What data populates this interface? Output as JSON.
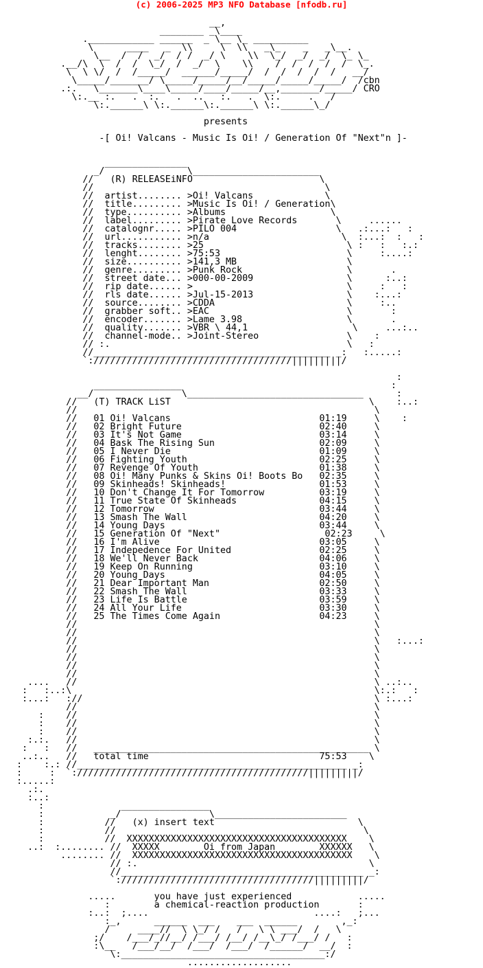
{
  "header": {
    "text": "(c) 2006-2025 MP3 NFO Database [nfodb.ru]"
  },
  "nfo_lines": [
    "",
    "                                      __,",
    "                             ________ _\\____",
    "               .____________ ______  _ \\__ \\_ __________",
    "                \\      ____   _  \\\\     \\  \\\\   _\\_    _   _\\__.",
    "                 \\__  /  /  _/  / /  _/ \\    \\\\  \\_/  _/  _/  \\_ \\_",
    "           .__/\\  \\  /  /  \\_/  /  _/  \\    \\\\    /  /  /  /  /  \\_.",
    "            \\  \\ \\/  /  /_____/  ______/_____/  /  /  /  /  /   __/",
    "             \\_____/_______/ \\_____/_____/__/_____/_____/_____/  /cbn",
    "           .:.   \\_______\\____\\_____/____/_____/__,_______/_____/ CRO",
    "             \\:.__ :.   .  :.   .  ..   :.   .  \\:.     .   /",
    "                 \\:.______\\ \\:.______\\:.______\\ \\:.______\\_/",
    "",
    "                                     presents",
    "",
    "                  -[ Oi! Valcans - Music Is Oi! / Generation Of \"Next\"n ]-",
    "",
    "",
    "                   _______________",
    "                 _/               \\_______________________",
    "               //   (R) RELEASEiNFO                       \\",
    "               //                                          \\",
    "               //  artist........ >Oi! Valcans             \\",
    "               //  title......... >Music Is Oi! / Generation\\",
    "               //  type.......... >Albums                   \\",
    "               //  label......... >Pirate Love Records       \\     ......",
    "               //  catalognr..... >PILO 004                  \\   .:...:   :",
    "               //  url........... >n/a                        \\  :...:  :   :",
    "               //  tracks........ >25                          \\ :   :   :.:",
    "               //  lenght........ >75:53                       \\     :....:",
    "               //  size.......... >141,3 MB                    \\",
    "               //  genre......... >Punk Rock                   \\       .",
    "               //  street date... >000-00-2009                 \\      :..:",
    "               //  rip date...... >                            \\     :   :",
    "               //  rls date...... >Jul-15-2013                 \\    :...:",
    "               //  source........ >CDDA                        \\     :..",
    "               //  grabber soft.. >EAC                         \\       :",
    "               //  encoder....... >Lame 3.98                   \\       .",
    "               //  quality....... >VBR \\ 44,1                   \\     ...:..",
    "               //  channel-mode.. >Joint-Stereo                \\    :",
    "               // :.                                           \\   :",
    "               //___________________________________________ _:   :.....:",
    "               `:////////////////////////////////////|||||||||/",
    "",
    "                                                                        :",
    "                 ________________                                      :",
    "              __/                \\________________________________      :",
    "            //   (T) TRACK LiST                                    \\    :..:",
    "            //                                                      \\",
    "            //   01 Oi! Valcans                           01:19     \\    :",
    "            //   02 Bright Future                         02:40     \\",
    "            //   03 It's Not Game                         03:14     \\",
    "            //   04 Bask The Rising Sun                   02:09     \\",
    "            //   05 I Never Die                           01:09     \\",
    "            //   06 Fighting Youth                        02:25     \\",
    "            //   07 Revenge Of Youth                      01:38     \\",
    "            //   08 Oi! Many Punks & Skins Oi! Boots Bo   02:35     \\",
    "            //   09 Skinheads! Skinheads!                 01:53     \\",
    "            //   10 Don't Change It For Tomorrow          03:19     \\",
    "            //   11 True State Of Skinheads               04:15     \\",
    "            //   12 Tomorrow                              03:44     \\",
    "            //   13 Smash The Wall                        04:20     \\",
    "            //   14 Young Days                            03:44     \\",
    "            //   15 Generation Of \"Next\"                   02:23     \\",
    "            //   16 I'm Alive                             03:05     \\",
    "            //   17 Indepedence For United                02:25     \\",
    "            //   18 We'll Never Back                      04:06     \\",
    "            //   19 Keep On Running                       03:10     \\",
    "            //   20 Young Days                            04:05     \\",
    "            //   21 Dear Important Man                    02:50     \\",
    "            //   22 Smash The Wall                        03:33     \\",
    "            //   23 Life Is Battle                        03:59     \\",
    "            //   24 All Your Life                         03:30     \\",
    "            //   25 The Times Come Again                  04:23     \\",
    "            //                                                      \\",
    "            //                                                      \\",
    "            //                                                      \\   :...:",
    "            //                                                      \\",
    "            //                                                      \\",
    "            //                                                      \\",
    "            //                                                      \\",
    "     ....   //                                                      \\ ..:..",
    "    :   :..:\\                                                       \\:.:   :",
    "    :...:   ://                                                     \\ :...:",
    "            //                                                      \\",
    "       :    //                                                      \\",
    "       :    //                                                      \\",
    "       :    //                                                      \\",
    "     :.:.   //                                                      \\",
    "    :   :   //   __________________________________________________ \\",
    "    ..:..   //   total time                               75:53    \\",
    "   :    :.: //_________________________________________________ _:",
    "   :     :  `://////////////////////////////////////////|||||||||/",
    "   :.....:",
    "     .:.",
    "     :..:",
    "       :              ________________",
    "       :            _/                \\________________________",
    "       :           //   (x) insert text                          \\",
    "       :           //                                             \\",
    "       :           //  XXXXXXXXXXXXXXXXXXXXXXXXXXXXXXXXXXXXXXXX    \\",
    "     ..:  :........ //  XXXXX        Oi from Japan        XXXXXX   \\",
    "           ........ //  XXXXXXXXXXXXXXXXXXXXXXXXXXXXXXXXXXXXXXXX    \\",
    "                    // :.                                          \\",
    "                    //____________________________________________ _:",
    "                    `:///////////////////////////////////|||||||||/",
    "",
    "                .....       you have just experienced            .....",
    "                   :        a chemical-reaction production       :",
    "                :..:  ;....                              ....:   ;...",
    "                   :_,      ______  ___    ___  ______        ,_:",
    "                   /     ____//  \\ \\_/ /   /   \\ \\ ___/  /   \\",
    "                 ;/    /___/_//__/ /___/ /__/ /__\\_/ /___/ /   :",
    "                 :\\__   /___/__/  /___/  /___/  /______/  __/  :",
    "                    \\:_____________________________________:/",
    "                                  ..................."
  ]
}
